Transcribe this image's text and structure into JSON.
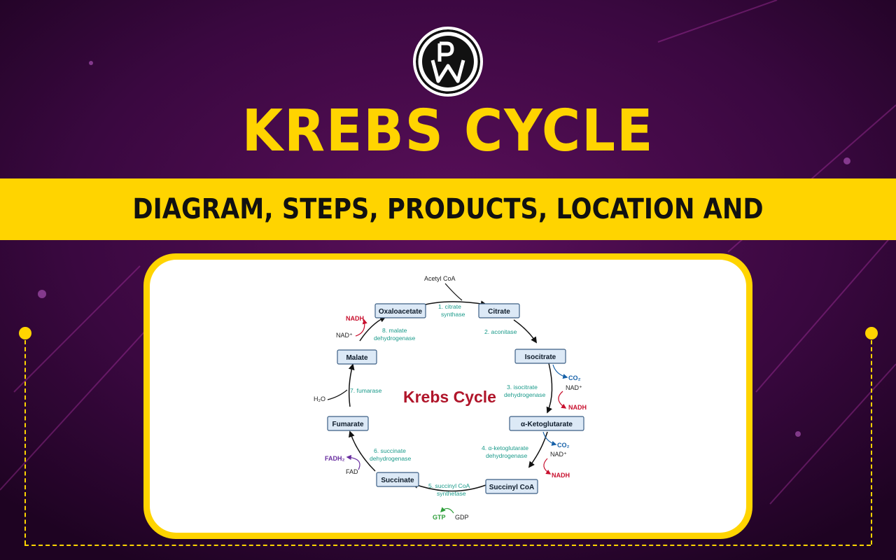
{
  "brand": {
    "logo_letters": "PW"
  },
  "title": "KREBS CYCLE",
  "subtitle": "DIAGRAM, STEPS, PRODUCTS, LOCATION AND SIGNIFICANCE",
  "colors": {
    "background": "#2a0530",
    "accent": "#ffd400",
    "node_fill": "#dce9f6",
    "enzyme_text": "#1a9a8a",
    "nadh": "#c8102e",
    "co2": "#1560a8",
    "fadh2": "#6a2fa0",
    "gtp": "#2e9e3a"
  },
  "diagram": {
    "center_title": "Krebs Cycle",
    "input": "Acetyl CoA",
    "nodes": {
      "oxaloacetate": "Oxaloacetate",
      "citrate": "Citrate",
      "isocitrate": "Isocitrate",
      "ketoglutarate": "α-Ketoglutarate",
      "succinyl_coa": "Succinyl CoA",
      "succinate": "Succinate",
      "fumarate": "Fumarate",
      "malate": "Malate"
    },
    "enzymes": {
      "e1": [
        "1. citrate",
        "synthase"
      ],
      "e2": [
        "2. aconitase"
      ],
      "e3": [
        "3. isocitrate",
        "dehydrogenase"
      ],
      "e4": [
        "4. α-ketoglutarate",
        "dehydrogenase"
      ],
      "e5": [
        "5. succinyl CoA",
        "synthetase"
      ],
      "e6": [
        "6. succinate",
        "dehydrogenase"
      ],
      "e7": [
        "7. fumarase"
      ],
      "e8": [
        "8. malate",
        "dehydrogenase"
      ]
    },
    "side": {
      "co2": "CO₂",
      "nad": "NAD⁺",
      "nadh": "NADH",
      "fadh2": "FADH₂",
      "fad": "FAD",
      "gtp": "GTP",
      "gdp": "GDP",
      "h2o": "H₂O"
    }
  }
}
